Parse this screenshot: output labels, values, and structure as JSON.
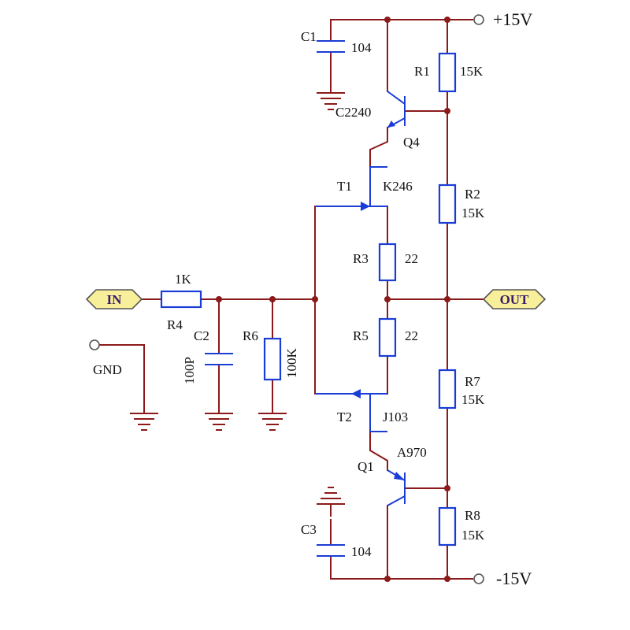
{
  "title": "",
  "ports": {
    "in": "IN",
    "out": "OUT",
    "gnd": "GND",
    "vpos": "+15V",
    "vneg": "-15V"
  },
  "components": {
    "R1": {
      "ref": "R1",
      "value": "15K"
    },
    "R2": {
      "ref": "R2",
      "value": "15K"
    },
    "R3": {
      "ref": "R3",
      "value": "22"
    },
    "R4": {
      "ref": "R4",
      "value": "1K"
    },
    "R5": {
      "ref": "R5",
      "value": "22"
    },
    "R6": {
      "ref": "R6",
      "value": "100K"
    },
    "R7": {
      "ref": "R7",
      "value": "15K"
    },
    "R8": {
      "ref": "R8",
      "value": "15K"
    },
    "C1": {
      "ref": "C1",
      "value": "104"
    },
    "C2": {
      "ref": "C2",
      "value": "100P"
    },
    "C3": {
      "ref": "C3",
      "value": "104"
    },
    "Q4": {
      "ref": "Q4",
      "part": "C2240"
    },
    "Q1": {
      "ref": "Q1",
      "part": "A970"
    },
    "T1": {
      "ref": "T1",
      "part": "K246"
    },
    "T2": {
      "ref": "T2",
      "part": "J103"
    }
  },
  "colors": {
    "wire": "#8b1a1a",
    "component": "#1a3dd6",
    "port_fill": "#f7ef9a"
  }
}
